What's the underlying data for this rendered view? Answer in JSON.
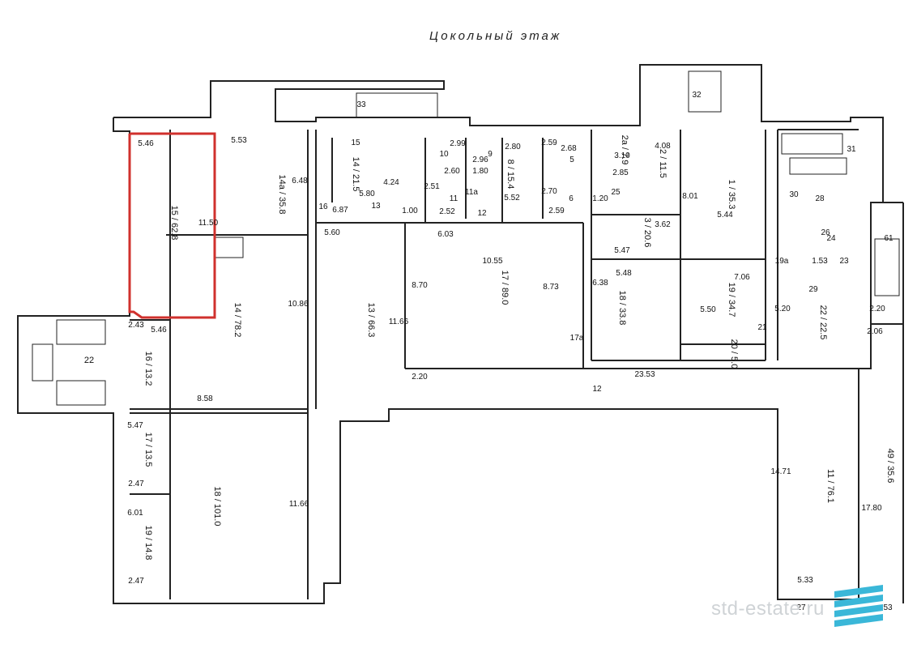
{
  "plan": {
    "title": "Цокольный этаж",
    "highlight_color": "#d0312d",
    "line_color": "#222222",
    "rooms": [
      {
        "id": "15",
        "area": "62.8",
        "highlighted": true
      },
      {
        "id": "14а",
        "area": "35.8"
      },
      {
        "id": "14",
        "area": "78.2"
      },
      {
        "id": "16",
        "area": "13.2"
      },
      {
        "id": "22",
        "area": ""
      },
      {
        "id": "17",
        "area": "13.5"
      },
      {
        "id": "18",
        "area": "101.0"
      },
      {
        "id": "19",
        "area": "14.8"
      },
      {
        "id": "13",
        "area": "66.3"
      },
      {
        "id": "14",
        "area": "21.5"
      },
      {
        "id": "17",
        "area": "89.0"
      },
      {
        "id": "8",
        "area": "15.4"
      },
      {
        "id": "2а",
        "area": "7.9"
      },
      {
        "id": "2",
        "area": "11.5"
      },
      {
        "id": "3",
        "area": "20.6"
      },
      {
        "id": "18",
        "area": "33.8"
      },
      {
        "id": "1",
        "area": "35.3"
      },
      {
        "id": "19",
        "area": "34.7"
      },
      {
        "id": "22",
        "area": "22.5"
      },
      {
        "id": "20",
        "area": "5.0"
      },
      {
        "id": "11",
        "area": "76.1"
      },
      {
        "id": "49",
        "area": "35.6"
      }
    ],
    "labels": [
      "5.46",
      "5.53",
      "6.48",
      "11.50",
      "2.43",
      "5.46",
      "10.86",
      "8.58",
      "5.47",
      "2.47",
      "6.01",
      "2.47",
      "11.66",
      "5.60",
      "11.66",
      "2.20",
      "8.70",
      "10.55",
      "6.03",
      "8.73",
      "23.53",
      "12",
      "33",
      "15",
      "4.24",
      "5.80",
      "6.87",
      "13",
      "16",
      "10",
      "2.99",
      "9",
      "2.96",
      "1.80",
      "2.60",
      "11",
      "2.51",
      "1.00",
      "2.52",
      "12",
      "11а",
      "2.80",
      "5.52",
      "2.59",
      "2.68",
      "5",
      "2.70",
      "6",
      "2.59",
      "3.10",
      "2.85",
      "4.08",
      "1.20",
      "25",
      "3.62",
      "5.47",
      "5.48",
      "6.38",
      "8.01",
      "5.44",
      "32",
      "31",
      "7.06",
      "5.50",
      "19а",
      "1.53",
      "23",
      "5.20",
      "21",
      "2.20",
      "2.06",
      "14.71",
      "17.80",
      "5.33",
      "27",
      "53",
      "28",
      "26",
      "24",
      "29",
      "30",
      "61",
      "17а"
    ]
  },
  "watermark": {
    "text": "std-estate.ru",
    "color": "#cfd3d6",
    "logo_color": "#3ab7d8"
  }
}
